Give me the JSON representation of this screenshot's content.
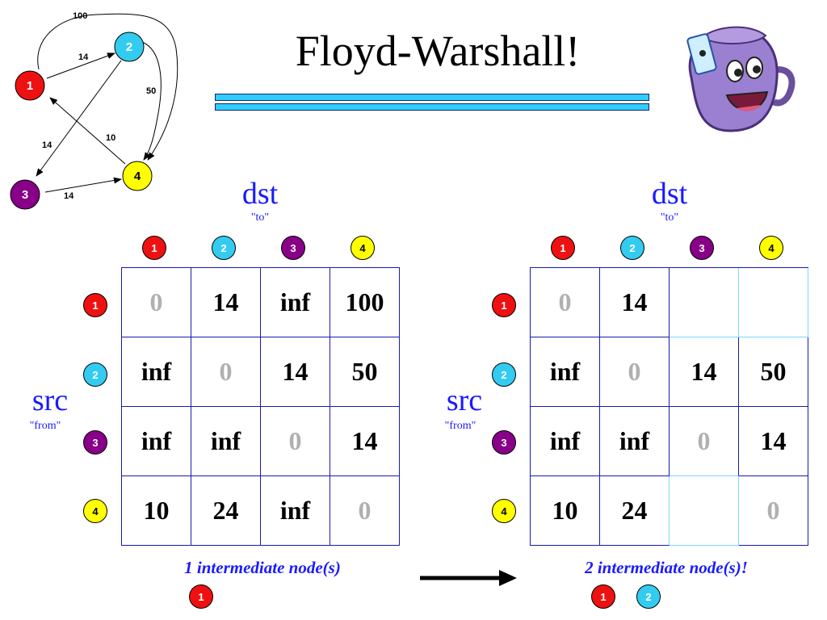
{
  "title": "Floyd-Warshall!",
  "colors": {
    "node1": "#ee1111",
    "node2": "#33ccf0",
    "node3": "#880088",
    "node4": "#ffff00",
    "accent_blue": "#1a1aff",
    "diagonal_gray": "#b0b0b0",
    "title_bar": "#33ccff"
  },
  "graph": {
    "nodes": [
      "1",
      "2",
      "3",
      "4"
    ],
    "edges": [
      {
        "from": "1",
        "to": "2",
        "weight": "14"
      },
      {
        "from": "1",
        "to": "4",
        "weight": "100"
      },
      {
        "from": "2",
        "to": "3",
        "weight": "14"
      },
      {
        "from": "2",
        "to": "4",
        "weight": "50"
      },
      {
        "from": "3",
        "to": "4",
        "weight": "14"
      },
      {
        "from": "4",
        "to": "1",
        "weight": "10"
      }
    ]
  },
  "left_panel": {
    "dst": "dst",
    "dst_sub": "\"to\"",
    "src": "src",
    "src_sub": "\"from\"",
    "col_nodes": [
      "1",
      "2",
      "3",
      "4"
    ],
    "row_nodes": [
      "1",
      "2",
      "3",
      "4"
    ],
    "matrix": [
      [
        "0",
        "14",
        "inf",
        "100"
      ],
      [
        "inf",
        "0",
        "14",
        "50"
      ],
      [
        "inf",
        "inf",
        "0",
        "14"
      ],
      [
        "10",
        "24",
        "inf",
        "0"
      ]
    ],
    "caption": "1 intermediate node(s)",
    "intermediate_nodes": [
      "1"
    ]
  },
  "right_panel": {
    "dst": "dst",
    "dst_sub": "\"to\"",
    "src": "src",
    "src_sub": "\"from\"",
    "col_nodes": [
      "1",
      "2",
      "3",
      "4"
    ],
    "row_nodes": [
      "1",
      "2",
      "3",
      "4"
    ],
    "matrix": [
      [
        "0",
        "14",
        "",
        ""
      ],
      [
        "inf",
        "0",
        "14",
        "50"
      ],
      [
        "inf",
        "inf",
        "0",
        "14"
      ],
      [
        "10",
        "24",
        "",
        "0"
      ]
    ],
    "caption": "2 intermediate node(s)!",
    "intermediate_nodes": [
      "1",
      "2"
    ]
  }
}
